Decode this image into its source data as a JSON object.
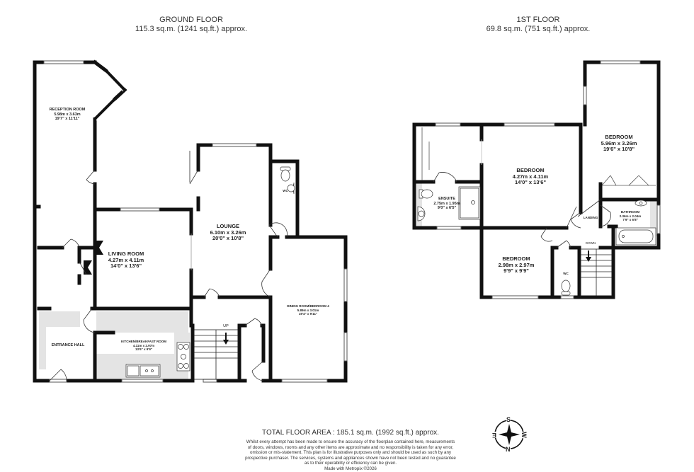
{
  "ground_floor": {
    "title": "GROUND FLOOR",
    "area": "115.3 sq.m. (1241 sq.ft.) approx.",
    "rooms": {
      "reception": {
        "name": "RECEPTION ROOM",
        "metric": "5.98m  x 3.63m",
        "imperial": "19'7\"  x 11'11\""
      },
      "living": {
        "name": "LIVING ROOM",
        "metric": "4.27m  x 4.11m",
        "imperial": "14'0\"  x 13'6\""
      },
      "lounge": {
        "name": "LOUNGE",
        "metric": "6.10m  x 3.26m",
        "imperial": "20'0\"  x 10'8\""
      },
      "wc": {
        "name": "WC"
      },
      "dining": {
        "name": "DINING ROOM/BEDROOM 4",
        "metric": "5.89m  x 3.01m",
        "imperial": "19'4\"  x 9'11\""
      },
      "kitchen": {
        "name": "KITCHEN/BREAKFAST ROOM",
        "metric": "4.11m  x 2.97m",
        "imperial": "13'6\"  x 9'9\""
      },
      "entrance": {
        "name": "ENTRANCE HALL"
      },
      "stairs_label": "UP"
    }
  },
  "first_floor": {
    "title": "1ST FLOOR",
    "area": "69.8 sq.m. (751 sq.ft.) approx.",
    "rooms": {
      "bedroom_main": {
        "name": "BEDROOM",
        "metric": "4.27m  x 4.11m",
        "imperial": "14'0\"  x 13'6\""
      },
      "bedroom_right": {
        "name": "BEDROOM",
        "metric": "5.96m  x 3.26m",
        "imperial": "19'6\"  x 10'8\""
      },
      "ensuite": {
        "name": "ENSUITE",
        "metric": "2.75m  x 1.95m",
        "imperial": "9'0\"  x 6'5\""
      },
      "bathroom": {
        "name": "BATHROOM",
        "metric": "2.36m  x 2.04m",
        "imperial": "7'9\"  x 6'8\""
      },
      "bedroom_small": {
        "name": "BEDROOM",
        "metric": "2.98m  x 2.97m",
        "imperial": "9'9\"  x 9'9\""
      },
      "landing": {
        "name": "LANDING"
      },
      "wc": {
        "name": "WC"
      },
      "stairs_label": "DOWN"
    }
  },
  "footer": {
    "total_area": "TOTAL FLOOR AREA : 185.1 sq.m. (1992 sq.ft.) approx.",
    "disclaimer_lines": [
      "Whilst every attempt has been made to ensure the accuracy of the floorplan contained here, measurements",
      "of doors, windows, rooms and any other items are approximate and no responsibility is taken for any error,",
      "omission or mis-statement. This plan is for illustrative purposes only and should be used as such by any",
      "prospective purchaser. The services, systems and appliances shown have not been tested and no guarantee",
      "as to their operability or efficiency can be given.",
      "Made with Metropix ©2026"
    ]
  },
  "compass": {
    "top": "S",
    "bottom": "N",
    "left": "E",
    "right": "W"
  },
  "colors": {
    "wall": "#111111",
    "fixture_fill": "#e4e4e4",
    "text": "#222222"
  }
}
